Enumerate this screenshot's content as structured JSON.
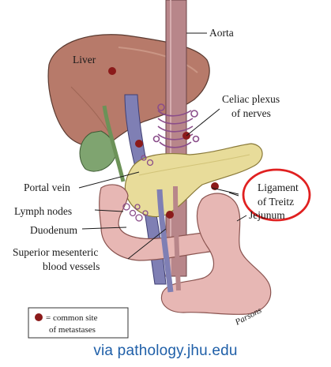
{
  "diagram": {
    "labels": {
      "aorta": "Aorta",
      "liver": "Liver",
      "celiac_line1": "Celiac plexus",
      "celiac_line2": "of nerves",
      "portal_vein": "Portal vein",
      "lymph_nodes": "Lymph nodes",
      "duodenum": "Duodenum",
      "smv_line1": "Superior mesenteric",
      "smv_line2": "blood vessels",
      "ligament_line1": "Ligament",
      "ligament_line2": "of Treitz",
      "jejunum": "Jejunum"
    },
    "legend": {
      "line1": "= common site",
      "line2": "of metastases"
    },
    "signature": "Parsons",
    "colors": {
      "highlight_circle": "#e02020",
      "metastasis_dot": "#8b1a1a",
      "liver": "#b77a6a",
      "aorta": "#b8868a",
      "portal_vein": "#7f7fb4",
      "pancreas": "#e8dc9a",
      "duodenum": "#e7b7b4",
      "nerves": "#8a4d8a"
    }
  },
  "footer": {
    "credit": "via pathology.jhu.edu"
  }
}
